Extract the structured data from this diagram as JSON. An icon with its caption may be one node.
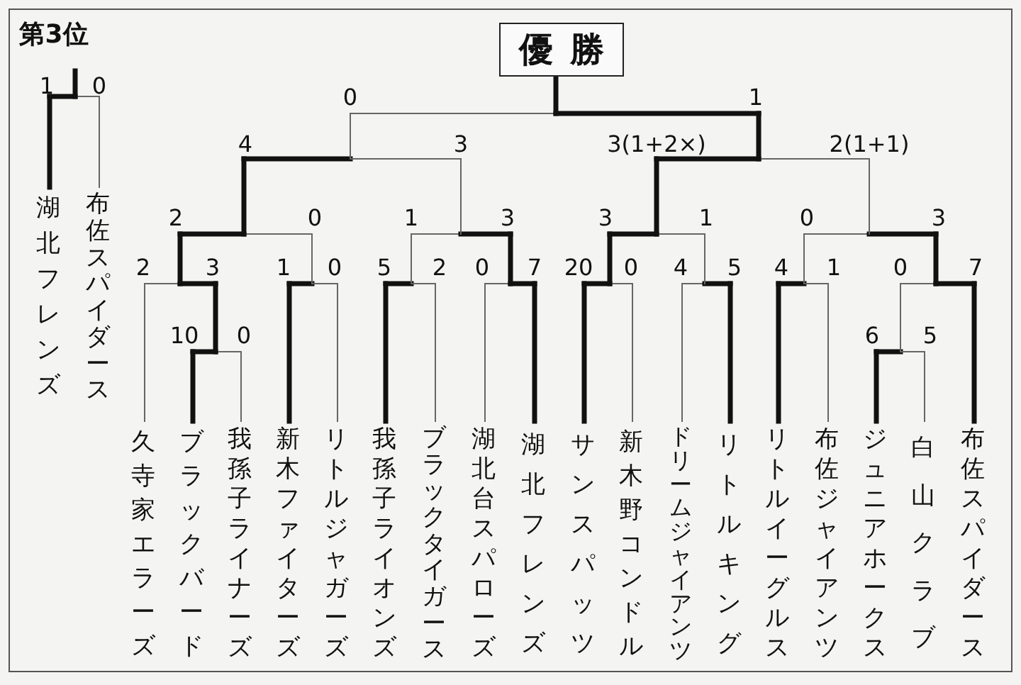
{
  "diagram": {
    "nodes": [
      {
        "text": [
          "優勝"
        ]
      },
      {
        "text": [
          "湖北フレンズ"
        ]
      },
      {
        "text": [
          "布佐スパイダース"
        ]
      },
      {
        "text": [
          "久寺家エラーズ"
        ]
      },
      {
        "text": [
          "ブラックバード"
        ]
      },
      {
        "text": [
          "我孫子ライナーズ"
        ]
      },
      {
        "text": [
          "新木ファイターズ"
        ]
      },
      {
        "text": [
          "リトルジャガーズ"
        ]
      },
      {
        "text": [
          "我孫子ライオンズ"
        ]
      },
      {
        "text": [
          "ブラックタイガース"
        ]
      },
      {
        "text": [
          "湖北台スパローズ"
        ]
      },
      {
        "text": [
          "湖北フレンズ"
        ]
      },
      {
        "text": [
          "サンスパッツ"
        ]
      },
      {
        "text": [
          "新木野コンドル"
        ]
      },
      {
        "text": [
          "ドリームジャイアンツ"
        ]
      },
      {
        "text": [
          "リトルキング"
        ]
      },
      {
        "text": [
          "リトルイーグルス"
        ]
      },
      {
        "text": [
          "布佐ジャイアンツ"
        ]
      },
      {
        "text": [
          "ジュニアホークス"
        ]
      },
      {
        "text": [
          "白山クラブ"
        ]
      },
      {
        "text": [
          "布佐スパイダース"
        ]
      }
    ],
    "labels": [
      "第3位",
      "1",
      "0",
      "0",
      "1",
      "4",
      "3",
      "3(1+2×)",
      "2(1+1)",
      "2",
      "0",
      "1",
      "3",
      "3",
      "1",
      "0",
      "3",
      "2",
      "3",
      "1",
      "0",
      "5",
      "2",
      "0",
      "7",
      "20",
      "0",
      "4",
      "5",
      "4",
      "1",
      "0",
      "7",
      "10",
      "0",
      "6",
      "5"
    ]
  }
}
